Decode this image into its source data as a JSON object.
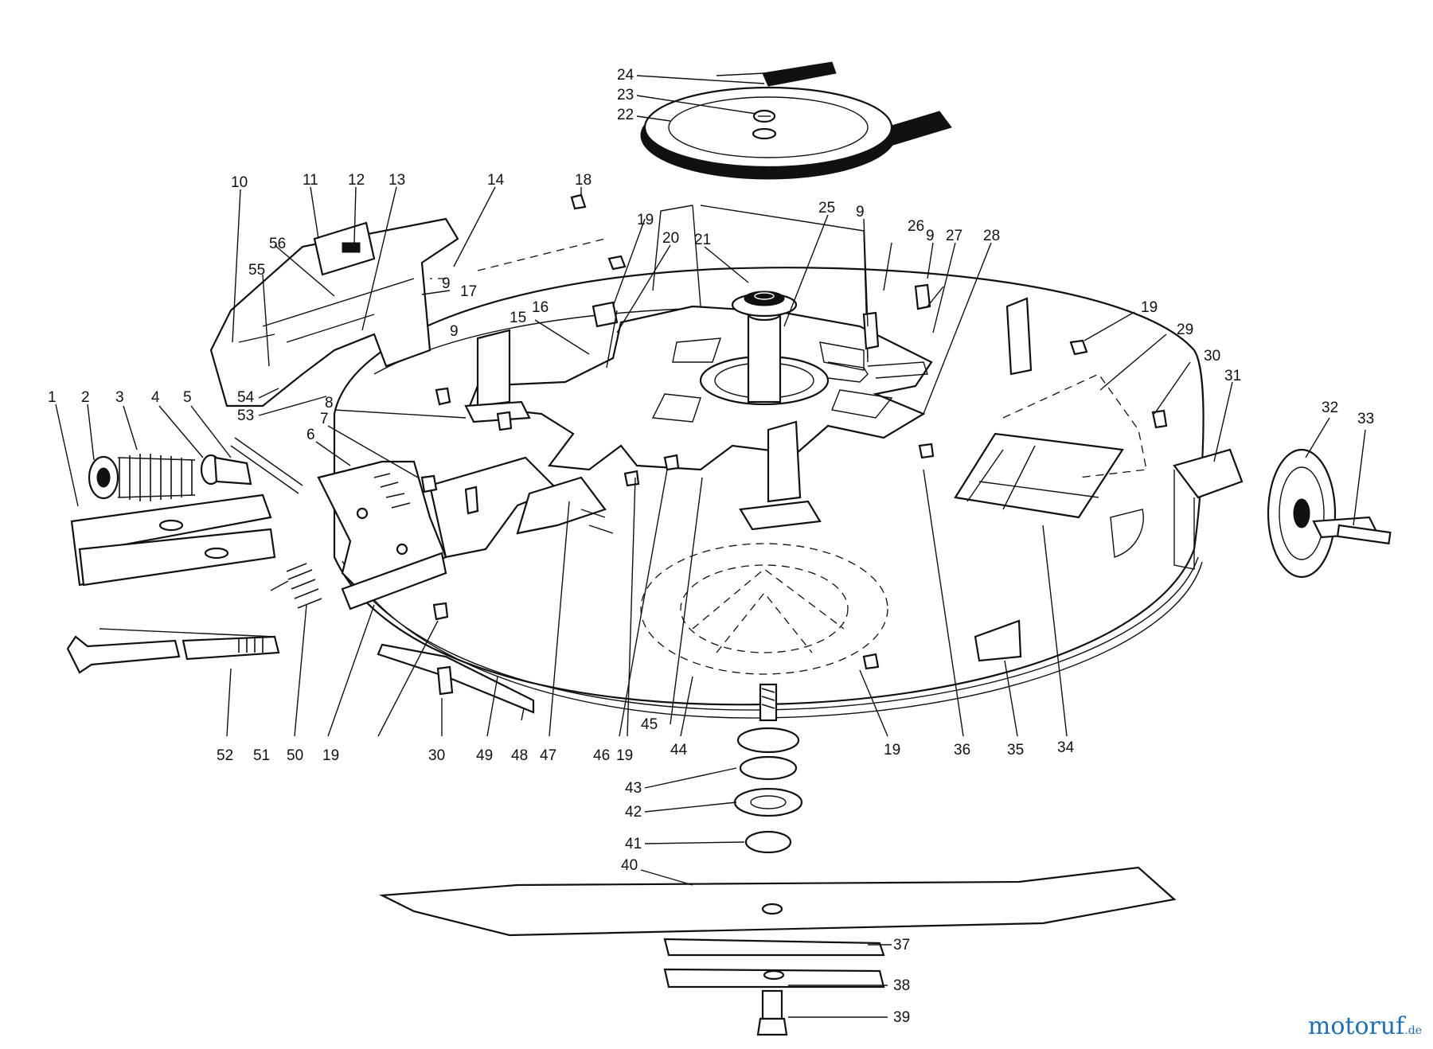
{
  "watermark": {
    "brand": "motoruf",
    "suffix": ".de"
  },
  "callouts": [
    {
      "label": "1"
    },
    {
      "label": "2"
    },
    {
      "label": "3"
    },
    {
      "label": "4"
    },
    {
      "label": "5"
    },
    {
      "label": "6"
    },
    {
      "label": "7"
    },
    {
      "label": "8"
    },
    {
      "label": "9"
    },
    {
      "label": "9"
    },
    {
      "label": "9"
    },
    {
      "label": "9"
    },
    {
      "label": "10"
    },
    {
      "label": "11"
    },
    {
      "label": "12"
    },
    {
      "label": "13"
    },
    {
      "label": "14"
    },
    {
      "label": "15"
    },
    {
      "label": "16"
    },
    {
      "label": "17"
    },
    {
      "label": "18"
    },
    {
      "label": "19"
    },
    {
      "label": "19"
    },
    {
      "label": "19"
    },
    {
      "label": "19"
    },
    {
      "label": "19"
    },
    {
      "label": "20"
    },
    {
      "label": "21"
    },
    {
      "label": "22"
    },
    {
      "label": "23"
    },
    {
      "label": "24"
    },
    {
      "label": "25"
    },
    {
      "label": "26"
    },
    {
      "label": "27"
    },
    {
      "label": "28"
    },
    {
      "label": "29"
    },
    {
      "label": "30"
    },
    {
      "label": "30"
    },
    {
      "label": "31"
    },
    {
      "label": "32"
    },
    {
      "label": "33"
    },
    {
      "label": "34"
    },
    {
      "label": "35"
    },
    {
      "label": "36"
    },
    {
      "label": "37"
    },
    {
      "label": "38"
    },
    {
      "label": "39"
    },
    {
      "label": "40"
    },
    {
      "label": "41"
    },
    {
      "label": "42"
    },
    {
      "label": "43"
    },
    {
      "label": "44"
    },
    {
      "label": "45"
    },
    {
      "label": "46"
    },
    {
      "label": "47"
    },
    {
      "label": "48"
    },
    {
      "label": "49"
    },
    {
      "label": "50"
    },
    {
      "label": "51"
    },
    {
      "label": "52"
    },
    {
      "label": "53"
    },
    {
      "label": "54"
    },
    {
      "label": "55"
    },
    {
      "label": "56"
    }
  ]
}
